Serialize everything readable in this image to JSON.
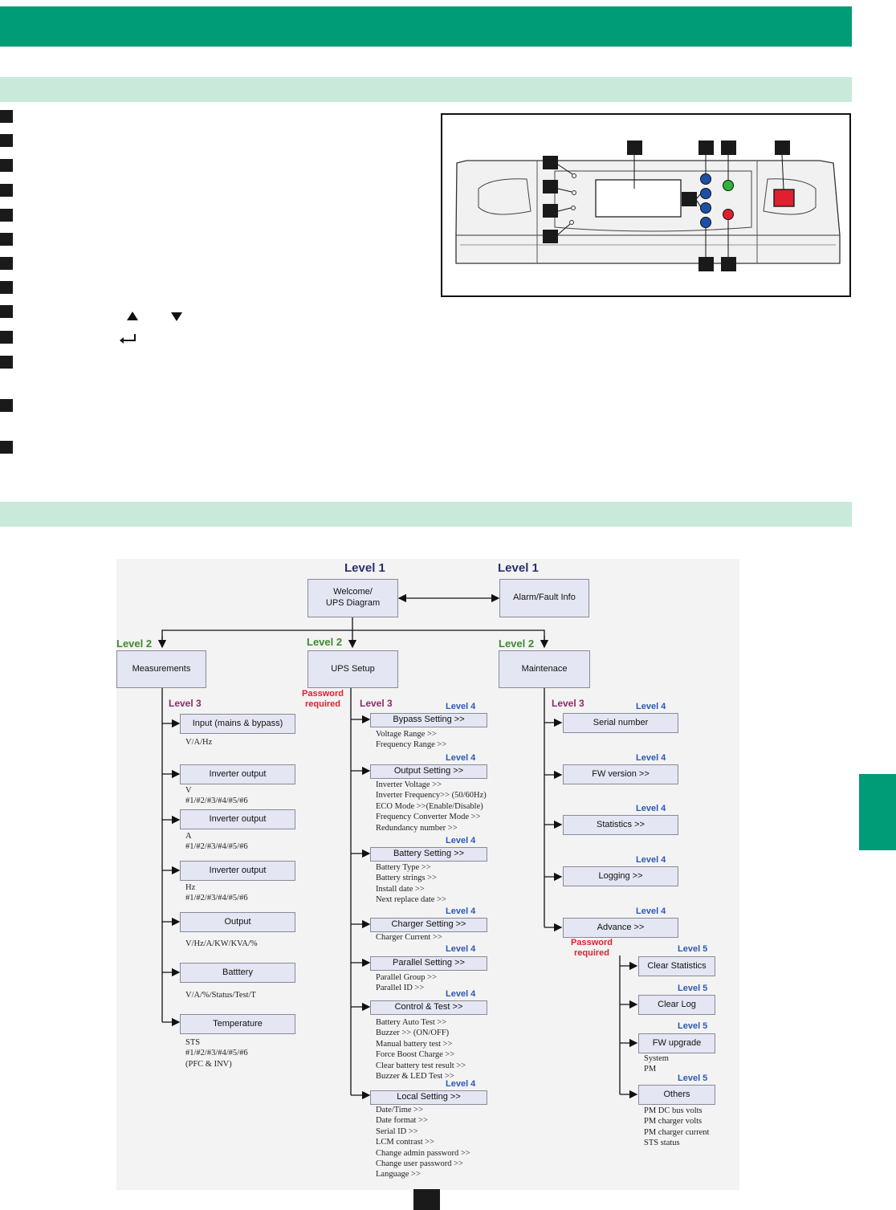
{
  "diagram": {
    "level1_left": "Level 1",
    "level1_right": "Level 1",
    "welcome": "Welcome/\nUPS Diagram",
    "alarm": "Alarm/Fault Info",
    "l2_meas_label": "Level 2",
    "l2_setup_label": "Level 2",
    "l2_maint_label": "Level 2",
    "measurements": "Measurements",
    "ups_setup": "UPS Setup",
    "maintenance": "Maintenace",
    "password_required": "Password\nrequired",
    "level3": "Level 3",
    "level4": "Level 4",
    "level5": "Level 5",
    "meas_items": [
      {
        "label": "Input (mains & bypass)",
        "sub": [
          "V/A/Hz"
        ]
      },
      {
        "label": "Inverter output",
        "sub": [
          "V",
          "#1/#2/#3/#4/#5/#6"
        ]
      },
      {
        "label": "Inverter output",
        "sub": [
          "A",
          "#1/#2/#3/#4/#5/#6"
        ]
      },
      {
        "label": "Inverter output",
        "sub": [
          "Hz",
          "#1/#2/#3/#4/#5/#6"
        ]
      },
      {
        "label": "Output",
        "sub": [
          "V/Hz/A/KW/KVA/%"
        ]
      },
      {
        "label": "Batttery",
        "sub": [
          "V/A/%/Status/Test/T"
        ]
      },
      {
        "label": "Temperature",
        "sub": [
          "STS",
          "#1/#2/#3/#4/#5/#6",
          "(PFC & INV)"
        ]
      }
    ],
    "setup_items": [
      {
        "label": "Bypass Setting >>",
        "sub": [
          "Voltage Range  >>",
          "Frequency Range  >>"
        ]
      },
      {
        "label": "Output Setting >>",
        "sub": [
          "Inverter Voltage >>",
          "Inverter Frequency>> (50/60Hz)",
          "ECO Mode  >>(Enable/Disable)",
          "Frequency Converter Mode >>",
          "Redundancy number  >>"
        ]
      },
      {
        "label": "Battery Setting >>",
        "sub": [
          "Battery Type  >>",
          "Battery strings  >>",
          "Install date  >>",
          "Next replace date >>"
        ]
      },
      {
        "label": "Charger Setting >>",
        "sub": [
          "Charger Current >>"
        ]
      },
      {
        "label": "Parallel  Setting >>",
        "sub": [
          "Parallel Group  >>",
          "Parallel ID >>"
        ]
      },
      {
        "label": "Control & Test >>",
        "sub": [
          "Battery Auto Test  >>",
          "Buzzer  >> (ON/OFF)",
          "Manual battery test  >>",
          "Force Boost Charge  >>",
          "Clear battery test result >>",
          "Buzzer & LED Test >>"
        ]
      },
      {
        "label": "Local Setting >>",
        "sub": [
          "Date/Time  >>",
          "Date format >>",
          "Serial ID >>",
          "LCM contrast  >>",
          "Change admin password  >>",
          "Change user password  >>",
          "Language  >>"
        ]
      }
    ],
    "maint_items": [
      {
        "label": "Serial number"
      },
      {
        "label": "FW version >>"
      },
      {
        "label": "Statistics  >>"
      },
      {
        "label": "Logging >>"
      },
      {
        "label": "Advance >>"
      }
    ],
    "adv_items": [
      {
        "label": "Clear Statistics",
        "sub": []
      },
      {
        "label": "Clear Log",
        "sub": []
      },
      {
        "label": "FW upgrade",
        "sub": [
          "System",
          "PM"
        ]
      },
      {
        "label": "Others",
        "sub": [
          "PM DC bus volts",
          "PM charger volts",
          "PM charger current",
          "STS status"
        ]
      }
    ]
  }
}
